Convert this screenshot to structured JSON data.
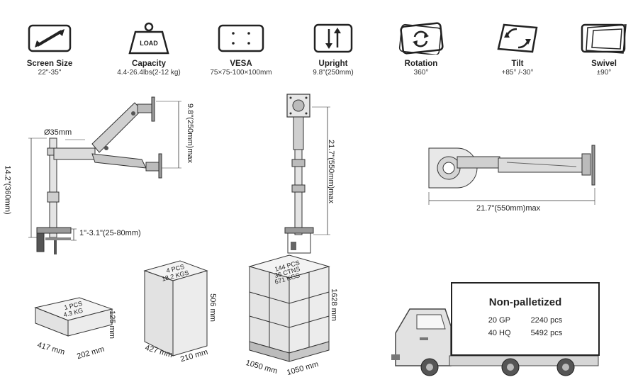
{
  "specs": [
    {
      "label": "Screen Size",
      "value": "22\"-35\"",
      "icon": "diagonal-arrow-icon"
    },
    {
      "label": "Capacity",
      "value": "4.4-26.4lbs(2-12 kg)",
      "icon": "load-weight-icon",
      "icon_text": "LOAD"
    },
    {
      "label": "VESA",
      "value": "75×75-100×100mm",
      "icon": "vesa-holes-icon"
    },
    {
      "label": "Upright",
      "value": "9.8\"(250mm)",
      "icon": "up-down-arrows-icon"
    },
    {
      "label": "Rotation",
      "value": "360°",
      "icon": "rotation-icon"
    },
    {
      "label": "Tilt",
      "value": "+85° /-30°",
      "icon": "tilt-icon"
    },
    {
      "label": "Swivel",
      "value": "±90°",
      "icon": "swivel-icon"
    }
  ],
  "side_view": {
    "pole_diameter": "Ø35mm",
    "pole_height": "14.2\"(360mm)",
    "vertical_range": "9.8\"(250mm)max",
    "clamp_range": "1\"-3.1\"(25-80mm)"
  },
  "front_view": {
    "height": "21.7\"(550mm)max"
  },
  "top_view": {
    "reach": "21.7\"(550mm)max"
  },
  "packaging": [
    {
      "box_text": [
        "1 PCS",
        "4.3 KG"
      ],
      "length": "417 mm",
      "width": "202 mm",
      "height": "125 mm"
    },
    {
      "box_text": [
        "4 PCS",
        "18.2 KGS"
      ],
      "length": "427 mm",
      "width": "210 mm",
      "height": "506 mm"
    },
    {
      "box_text": [
        "144 PCS",
        "36 CTNS",
        "671 KGS"
      ],
      "length": "1050 mm",
      "width": "1050 mm",
      "height": "1628 mm"
    }
  ],
  "shipping": {
    "title": "Non-palletized",
    "rows": [
      {
        "container": "20 GP",
        "qty": "2240 pcs"
      },
      {
        "container": "40 HQ",
        "qty": "5492 pcs"
      }
    ]
  }
}
